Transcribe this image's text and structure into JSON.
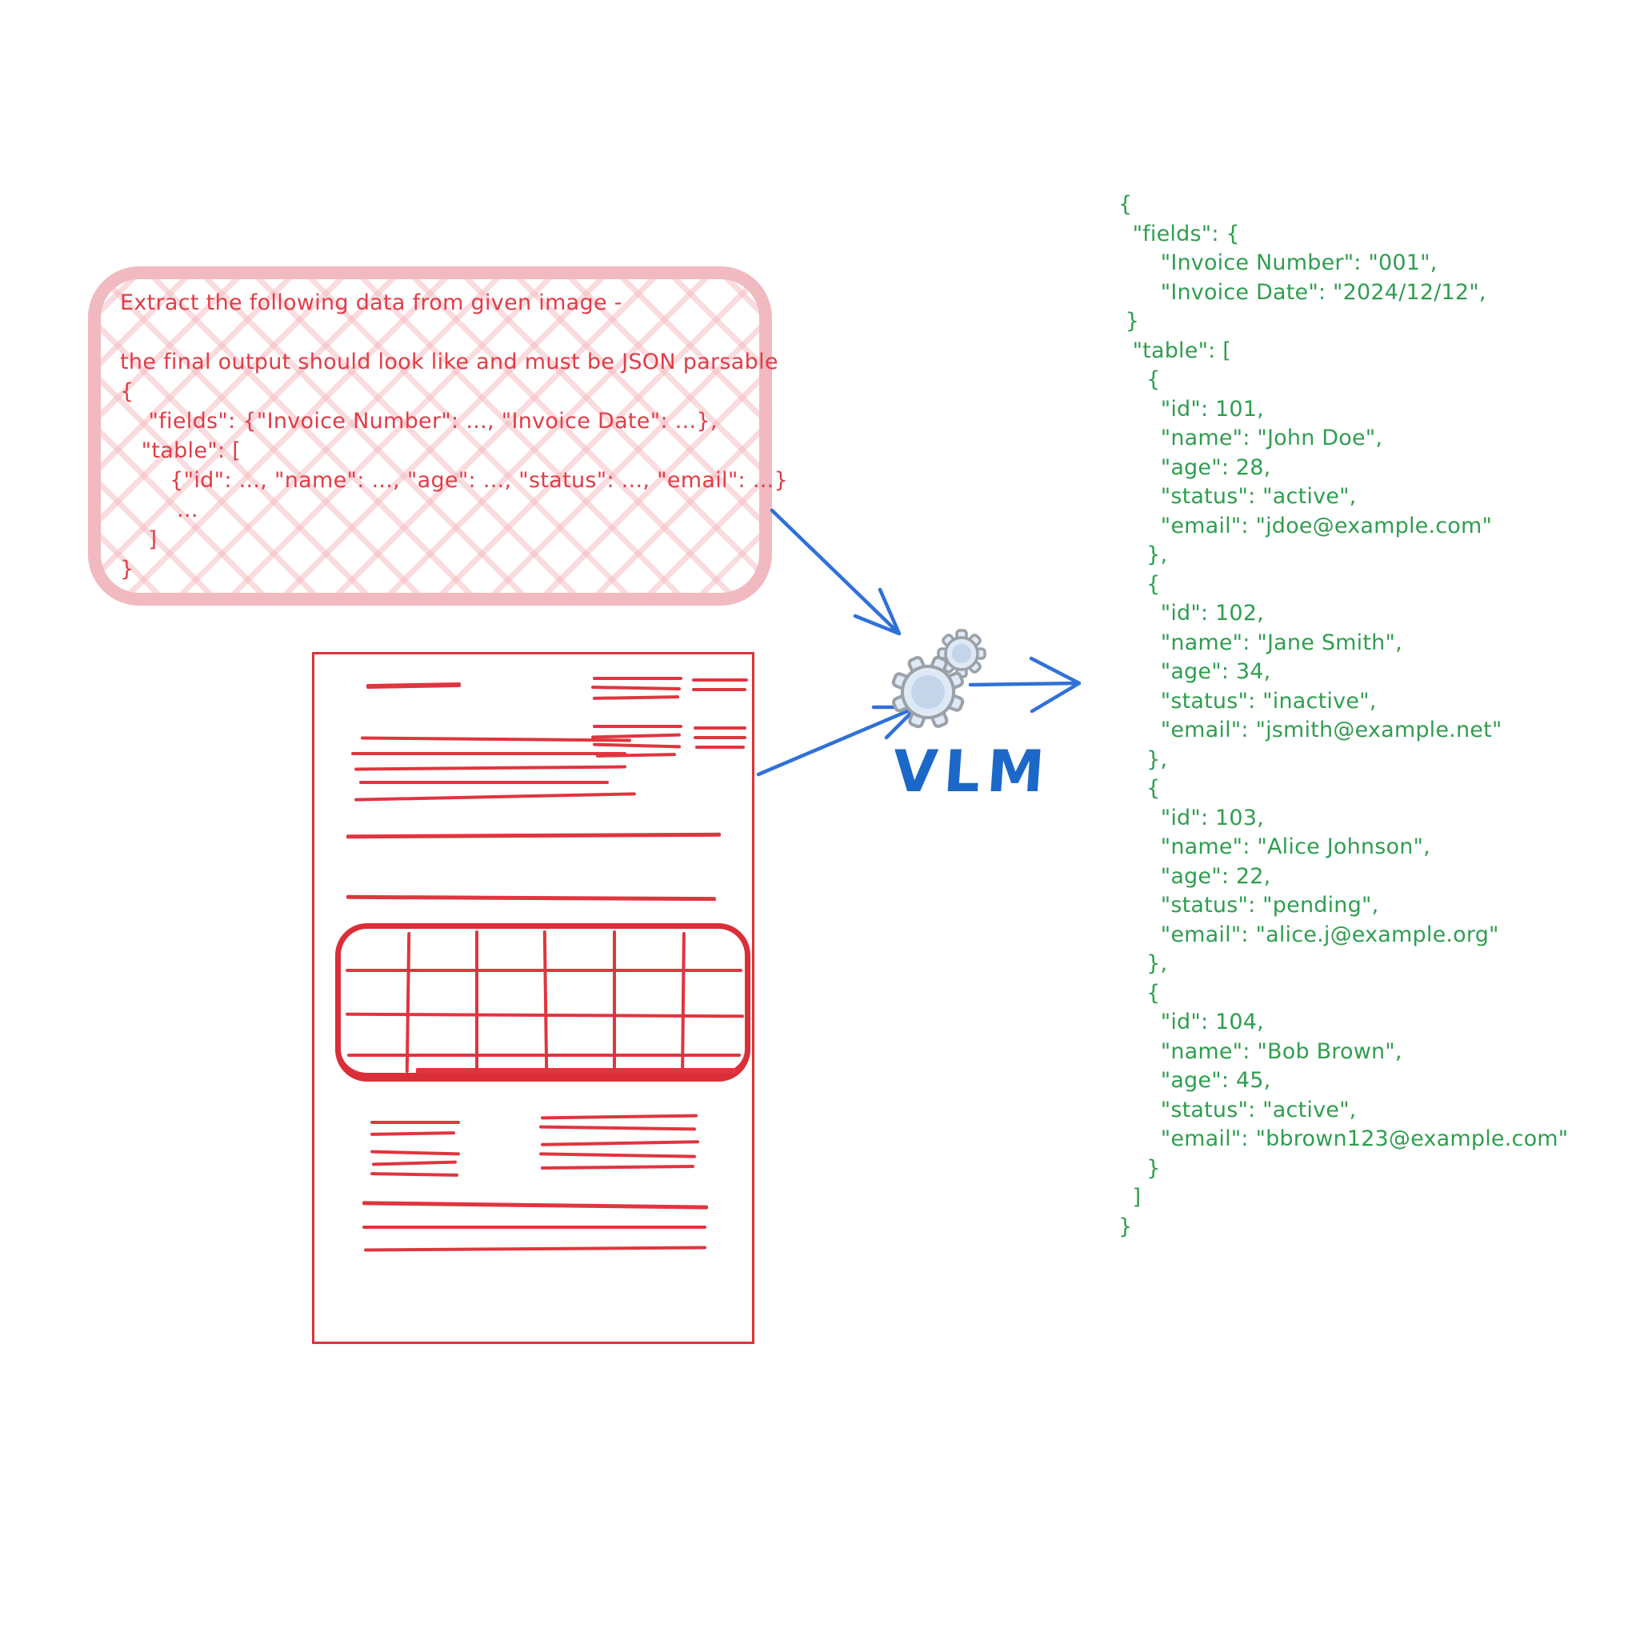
{
  "prompt_box": {
    "text": "Extract the following data from given image -\n\nthe final output should look like and must be JSON parsable\n{\n    \"fields\": {\"Invoice Number\": ..., \"Invoice Date\": ...},\n   \"table\": [\n       {\"id\": ..., \"name\": ..., \"age\": ..., \"status\": ..., \"email\": ...}\n        ...\n    ]\n}"
  },
  "vlm": {
    "label": "VLM"
  },
  "output": {
    "text": "{\n  \"fields\": {\n      \"Invoice Number\": \"001\",\n      \"Invoice Date\": \"2024/12/12\",\n }\n  \"table\": [\n    {\n      \"id\": 101,\n      \"name\": \"John Doe\",\n      \"age\": 28,\n      \"status\": \"active\",\n      \"email\": \"jdoe@example.com\"\n    },\n    {\n      \"id\": 102,\n      \"name\": \"Jane Smith\",\n      \"age\": 34,\n      \"status\": \"inactive\",\n      \"email\": \"jsmith@example.net\"\n    },\n    {\n      \"id\": 103,\n      \"name\": \"Alice Johnson\",\n      \"age\": 22,\n      \"status\": \"pending\",\n      \"email\": \"alice.j@example.org\"\n    },\n    {\n      \"id\": 104,\n      \"name\": \"Bob Brown\",\n      \"age\": 45,\n      \"status\": \"active\",\n      \"email\": \"bbrown123@example.com\"\n    }\n  ]\n}"
  },
  "extracted": {
    "fields": {
      "Invoice Number": "001",
      "Invoice Date": "2024/12/12"
    },
    "table": [
      {
        "id": 101,
        "name": "John Doe",
        "age": 28,
        "status": "active",
        "email": "jdoe@example.com"
      },
      {
        "id": 102,
        "name": "Jane Smith",
        "age": 34,
        "status": "inactive",
        "email": "jsmith@example.net"
      },
      {
        "id": 103,
        "name": "Alice Johnson",
        "age": 22,
        "status": "pending",
        "email": "alice.j@example.org"
      },
      {
        "id": 104,
        "name": "Bob Brown",
        "age": 45,
        "status": "active",
        "email": "bbrown123@example.com"
      }
    ]
  },
  "colors": {
    "prompt_text_red": "#e23c46",
    "prompt_border_pink": "#f1b9c0",
    "sketch_red": "#e0353f",
    "output_green": "#2f9e4f",
    "arrow_blue": "#3071d8",
    "vlm_blue": "#1c68c8",
    "gear_fill": "#dfe9f6",
    "gear_inner": "#c4d4e9",
    "gear_outline": "#9ba1a8"
  }
}
